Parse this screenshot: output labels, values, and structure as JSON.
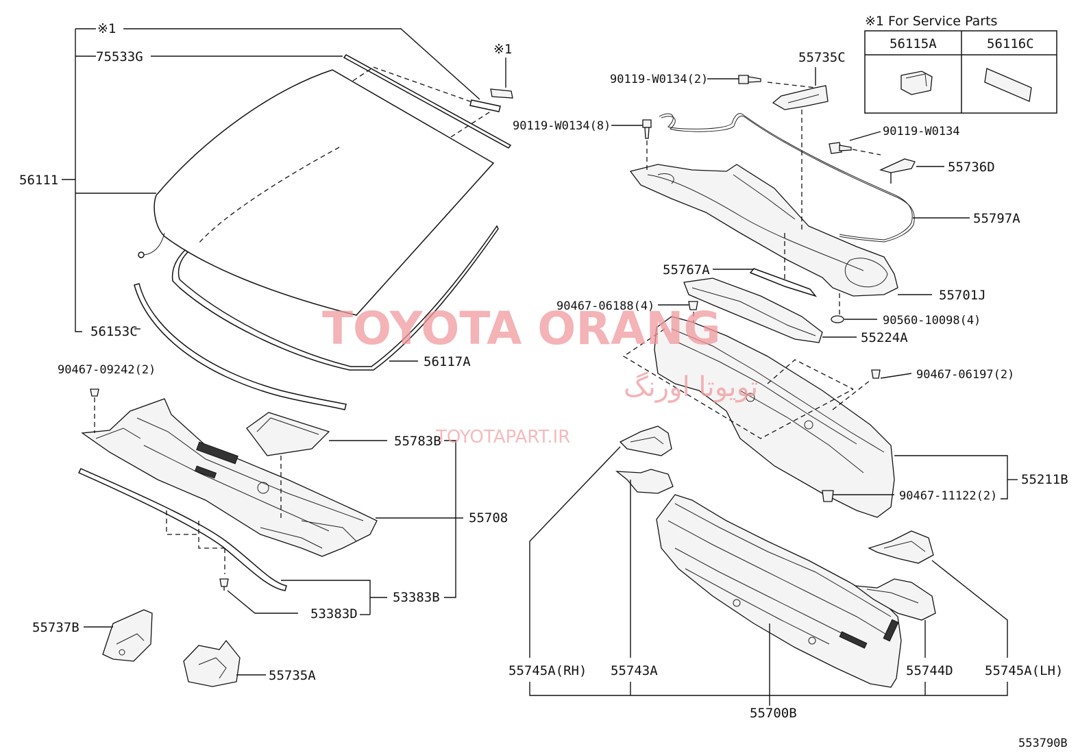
{
  "labels": {
    "note_ref_top": "※1",
    "note_ref_clip": "※1",
    "p75533G": "75533G",
    "p56111": "56111",
    "p56153C": "56153C",
    "p56117A": "56117A",
    "p90467_09242": "90467-09242(2)",
    "p55783B": "55783B",
    "p55708": "55708",
    "p53383B": "53383B",
    "p53383D": "53383D",
    "p55737B": "55737B",
    "p55735A": "55735A",
    "p55735C": "55735C",
    "p90119_W0134_2": "90119-W0134(2)",
    "p90119_W0134_8": "90119-W0134(8)",
    "p90119_W0134": "90119-W0134",
    "p55736D": "55736D",
    "p55797A": "55797A",
    "p55701J": "55701J",
    "p55767A": "55767A",
    "p90467_06188": "90467-06188(4)",
    "p90560_10098": "90560-10098(4)",
    "p55224A": "55224A",
    "p90467_06197": "90467-06197(2)",
    "p55211B": "55211B",
    "p90467_11122": "90467-11122(2)",
    "p55745A_RH": "55745A(RH)",
    "p55743A": "55743A",
    "p55744D": "55744D",
    "p55745A_LH": "55745A(LH)",
    "p55700B": "55700B",
    "diagram_id": "553790B"
  },
  "service_parts": {
    "heading": "※1 For Service Parts",
    "col1": "56115A",
    "col2": "56116C"
  },
  "watermark": {
    "brand": "TOYOTA ORANG",
    "persian": "تویوتا اورنگ",
    "url": "TOYOTAPART.IR"
  }
}
